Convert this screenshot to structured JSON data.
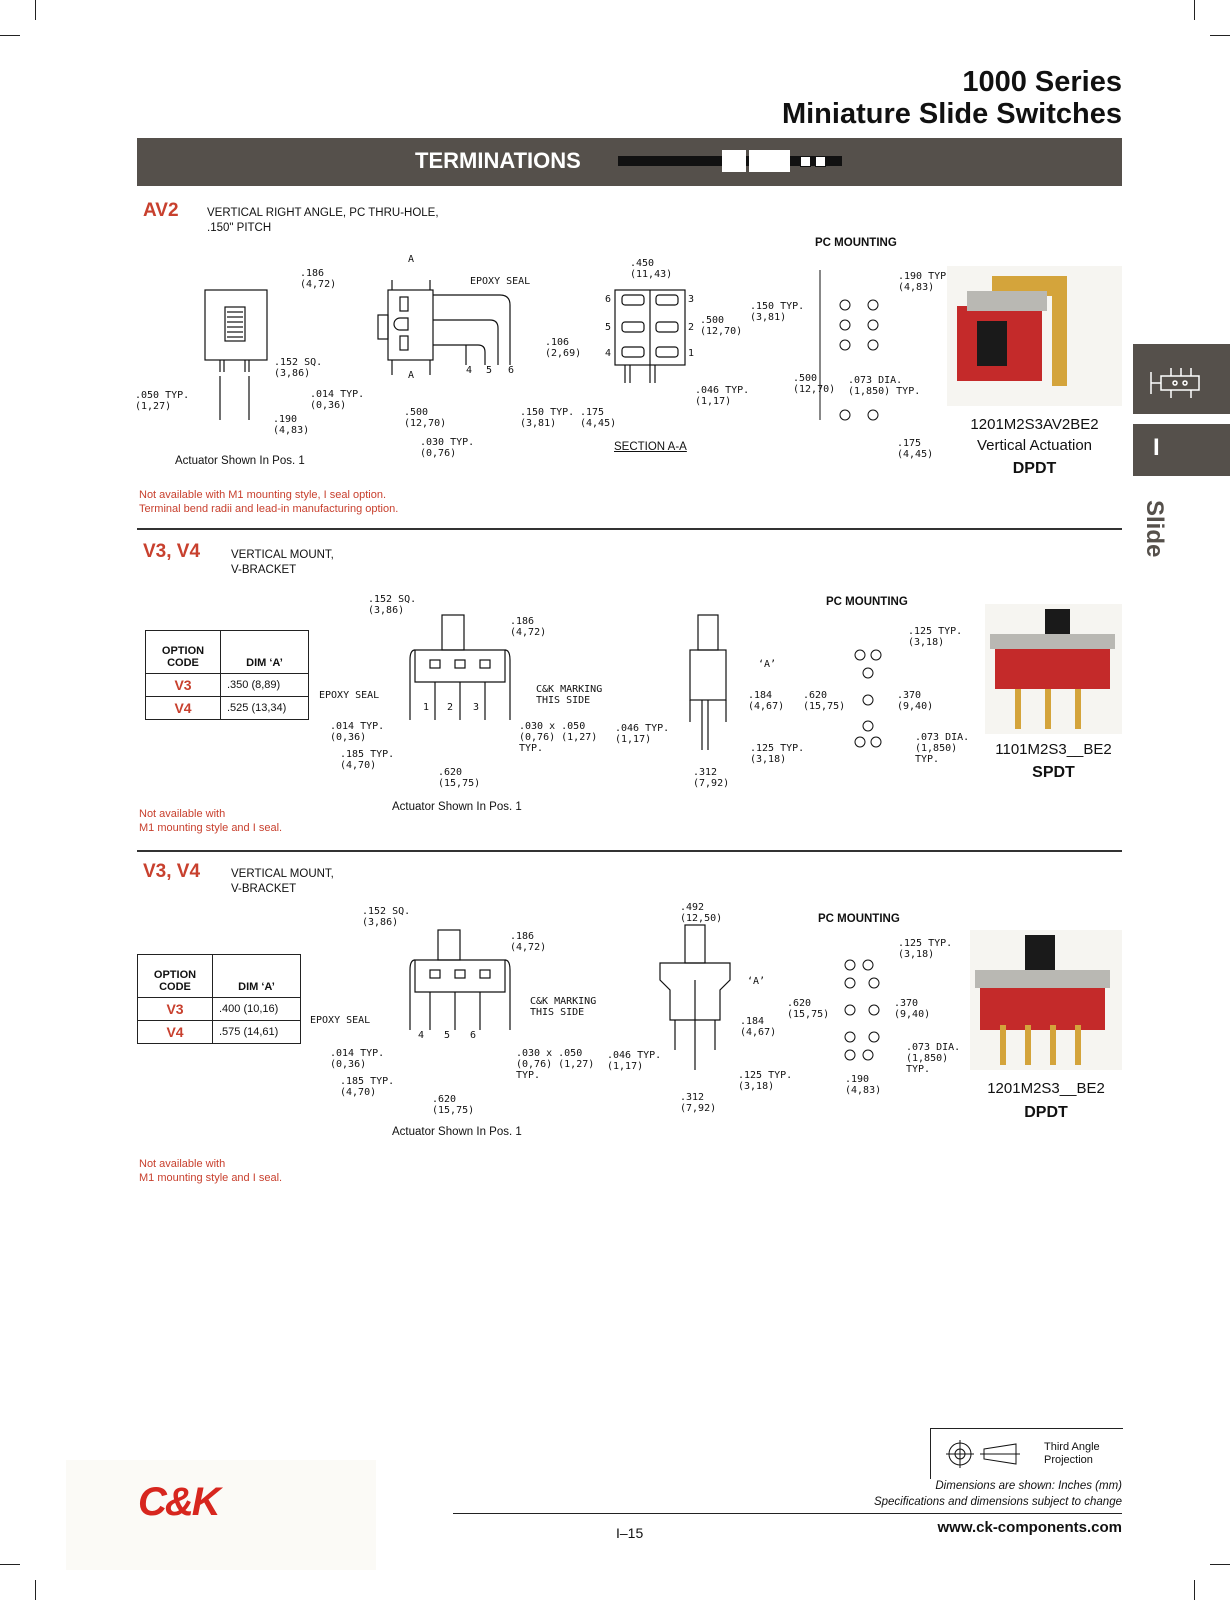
{
  "header": {
    "line1": "1000 Series",
    "line2": "Miniature Slide Switches"
  },
  "banner": {
    "label": "TERMINATIONS"
  },
  "side_tab": {
    "letter": "I",
    "section": "Slide"
  },
  "sections": [
    {
      "code": "AV2",
      "desc_line1": "VERTICAL RIGHT ANGLE, PC THRU-HOLE,",
      "desc_line2": ".150\" PITCH",
      "actuator_caption": "Actuator Shown In Pos. 1",
      "section_label": "SECTION A-A",
      "pc_mounting": "PC MOUNTING",
      "notes": [
        "Not available with M1 mounting style, I seal option.",
        "Terminal bend radii and lead-in manufacturing option."
      ],
      "part_number": "1201M2S3AV2BE2",
      "part_desc": "Vertical Actuation",
      "pole": "DPDT",
      "dims": {
        "d186": ".186\n(4,72)",
        "epoxy": "EPOXY SEAL",
        "a": "A",
        "d152": ".152 SQ.\n(3,86)",
        "d050": ".050 TYP.\n(1,27)",
        "d014": ".014 TYP.\n(0,36)",
        "d190": ".190\n(4,83)",
        "d500": ".500\n(12,70)",
        "d030": ".030 TYP.\n(0,76)",
        "d150": ".150 TYP.\n(3,81)",
        "d106": ".106\n(2,69)",
        "t4": "4",
        "t5": "5",
        "t6": "6",
        "d450": ".450\n(11,43)",
        "d500b": ".500\n(12,70)",
        "d175": ".175\n(4,45)",
        "d046": ".046 TYP.\n(1,17)",
        "s1": "1",
        "s2": "2",
        "s3": "3",
        "s4": "4",
        "s5": "5",
        "s6": "6",
        "pc190": ".190 TYP\n(4,83)",
        "pc150": ".150 TYP.\n(3,81)",
        "pc500": ".500\n(12,70)",
        "pc073": ".073 DIA.\n(1,850) TYP.",
        "pc175": ".175\n(4,45)"
      }
    },
    {
      "code": "V3, V4",
      "desc_line1": "VERTICAL MOUNT,",
      "desc_line2": "V-BRACKET",
      "actuator_caption": "Actuator Shown In Pos. 1",
      "pc_mounting": "PC MOUNTING",
      "notes": [
        "Not available with",
        "M1 mounting style and I seal."
      ],
      "table": {
        "h1": "OPTION\nCODE",
        "h2": "DIM ‘A’",
        "rows": [
          {
            "code": "V3",
            "dim": ".350 (8,89)"
          },
          {
            "code": "V4",
            "dim": ".525 (13,34)"
          }
        ]
      },
      "part_number": "1101M2S3__BE2",
      "pole": "SPDT",
      "dims": {
        "d152": ".152 SQ.\n(3,86)",
        "d186": ".186\n(4,72)",
        "epoxy": "EPOXY SEAL",
        "marking": "C&K MARKING\nTHIS SIDE",
        "d014": ".014 TYP.\n(0,36)",
        "d185": ".185 TYP.\n(4,70)",
        "d030": ".030 x .050\n(0,76) (1,27)\nTYP.",
        "d620": ".620\n(15,75)",
        "t1": "1",
        "t2": "2",
        "t3": "3",
        "d046": ".046 TYP.\n(1,17)",
        "dA": "‘A’",
        "d184": ".184\n(4,67)",
        "d125": ".125 TYP.\n(3,18)",
        "d312": ".312\n(7,92)",
        "pc125": ".125 TYP.\n(3,18)",
        "pc620": ".620\n(15,75)",
        "pc370": ".370\n(9,40)",
        "pc073": ".073 DIA.\n(1,850)\nTYP."
      }
    },
    {
      "code": "V3, V4",
      "desc_line1": "VERTICAL MOUNT,",
      "desc_line2": "V-BRACKET",
      "actuator_caption": "Actuator Shown In Pos. 1",
      "pc_mounting": "PC MOUNTING",
      "notes": [
        "Not available with",
        "M1 mounting style and I seal."
      ],
      "table": {
        "h1": "OPTION\nCODE",
        "h2": "DIM ‘A’",
        "rows": [
          {
            "code": "V3",
            "dim": ".400 (10,16)"
          },
          {
            "code": "V4",
            "dim": ".575 (14,61)"
          }
        ]
      },
      "part_number": "1201M2S3__BE2",
      "pole": "DPDT",
      "dims": {
        "d152": ".152 SQ.\n(3,86)",
        "d186": ".186\n(4,72)",
        "epoxy": "EPOXY SEAL",
        "marking": "C&K MARKING\nTHIS SIDE",
        "d014": ".014 TYP.\n(0,36)",
        "d185": ".185 TYP.\n(4,70)",
        "d030": ".030 x .050\n(0,76) (1,27)\nTYP.",
        "d620": ".620\n(15,75)",
        "t4": "4",
        "t5": "5",
        "t6": "6",
        "d492": ".492\n(12,50)",
        "d046": ".046 TYP.\n(1,17)",
        "dA": "‘A’",
        "d184": ".184\n(4,67)",
        "d125": ".125 TYP.\n(3,18)",
        "d312": ".312\n(7,92)",
        "pc125": ".125 TYP.\n(3,18)",
        "pc620": ".620\n(15,75)",
        "pc370": ".370\n(9,40)",
        "pc073": ".073 DIA.\n(1,850)\nTYP.",
        "pc190": ".190\n(4,83)"
      }
    }
  ],
  "footer": {
    "projection": "Third Angle\nProjection",
    "dims_note": "Dimensions are shown: Inches (mm)",
    "spec_note": "Specifications and dimensions subject to change",
    "url": "www.ck-components.com",
    "page": "I–15",
    "logo": "C&K"
  },
  "colors": {
    "accent_red": "#c8402e",
    "banner_gray": "#55504b"
  }
}
